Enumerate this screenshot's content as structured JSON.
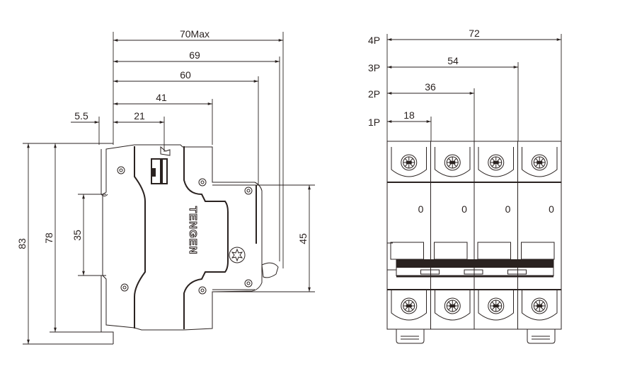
{
  "side_view": {
    "dims": {
      "overall_max": "70Max",
      "d69": "69",
      "d60": "60",
      "d41": "41",
      "d21": "21",
      "d5_5": "5.5",
      "h83": "83",
      "h78": "78",
      "h35": "35",
      "h45": "45"
    },
    "brand": "TENGEN"
  },
  "front_view": {
    "poles": [
      {
        "label": "4P",
        "width": "72"
      },
      {
        "label": "3P",
        "width": "54"
      },
      {
        "label": "2P",
        "width": "36"
      },
      {
        "label": "1P",
        "width": "18"
      }
    ],
    "off_marks": [
      "0",
      "0",
      "0",
      "0"
    ]
  },
  "colors": {
    "line": "#2a2220",
    "background": "#ffffff"
  }
}
